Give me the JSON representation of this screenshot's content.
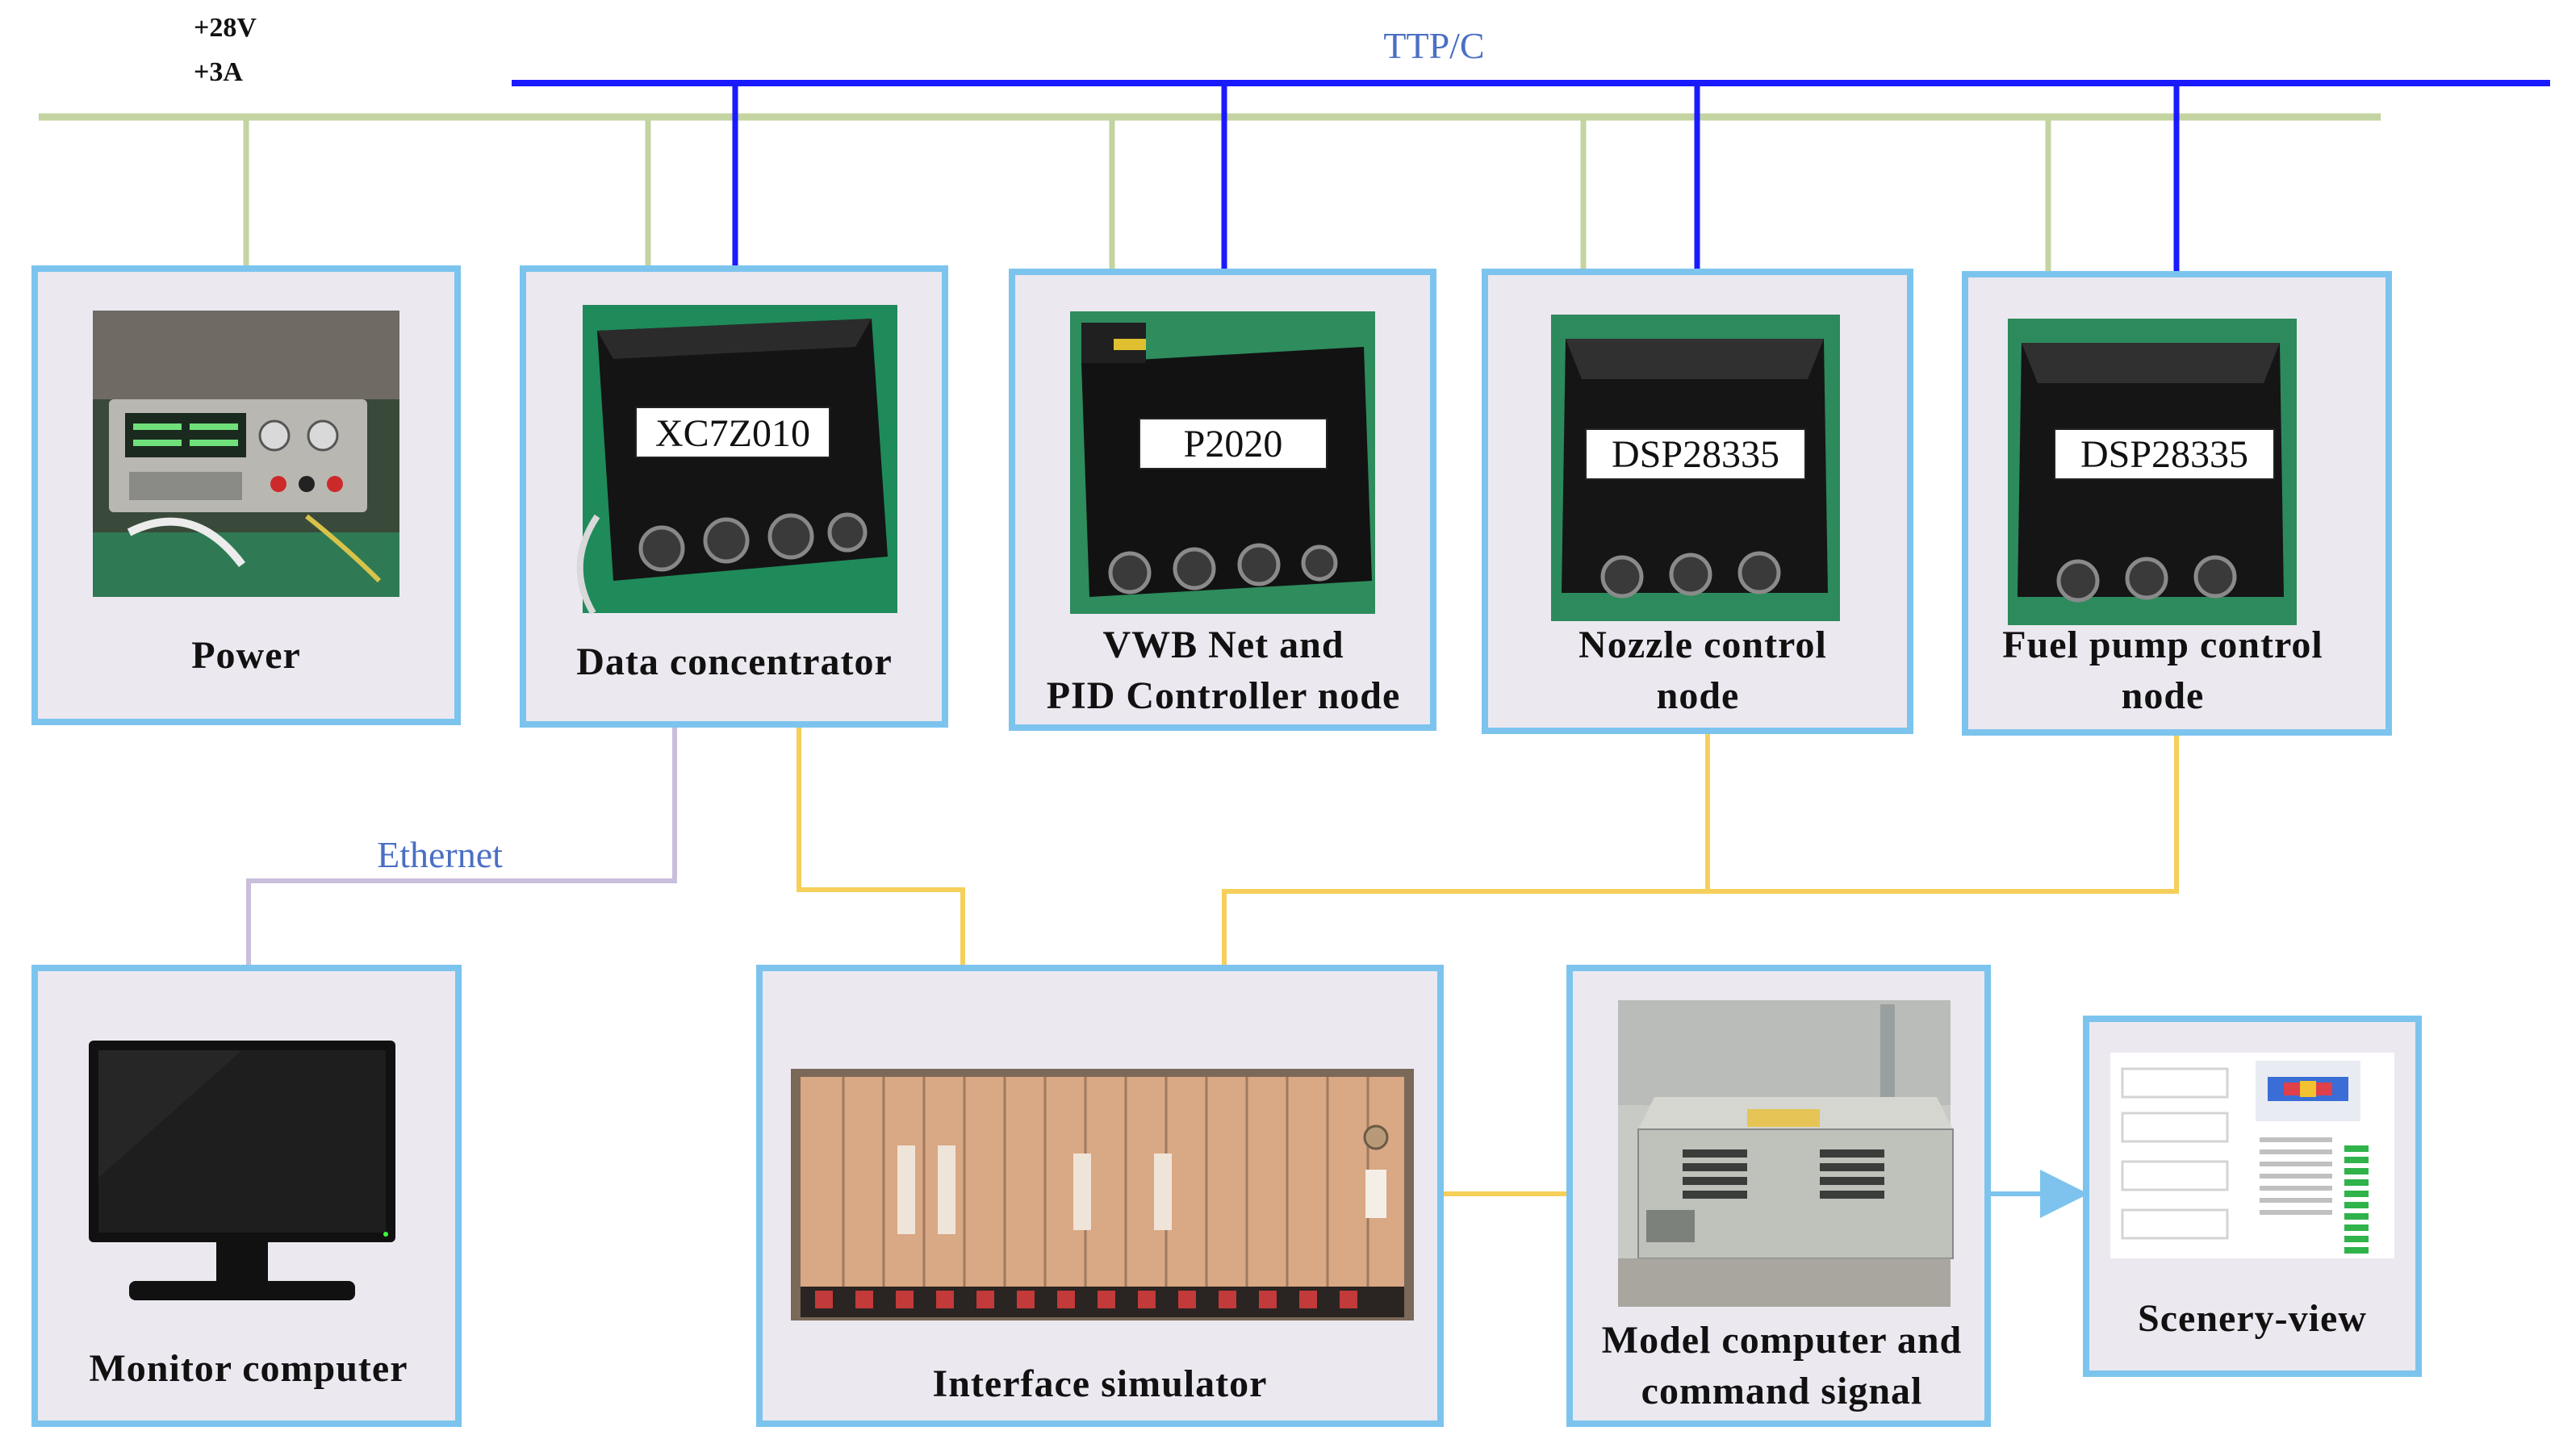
{
  "power_supply": {
    "voltage": "+28V",
    "current": "+3A"
  },
  "bus_label": "TTP/C",
  "ethernet_label": "Ethernet",
  "nodes": {
    "power": {
      "label": "Power"
    },
    "data_concentrator": {
      "label": "Data concentrator",
      "chip": "XC7Z010"
    },
    "vwb_pid": {
      "label_lines": [
        "VWB Net and",
        "PID Controller node"
      ],
      "chip": "P2020"
    },
    "nozzle": {
      "label_lines": [
        "Nozzle control",
        "node"
      ],
      "chip": "DSP28335"
    },
    "fuel_pump": {
      "label_lines": [
        "Fuel pump control",
        "node"
      ],
      "chip": "DSP28335"
    },
    "monitor": {
      "label": "Monitor computer"
    },
    "interface_sim": {
      "label": "Interface simulator"
    },
    "model_computer": {
      "label_lines": [
        "Model computer and",
        "command signal"
      ]
    },
    "scenery": {
      "label": "Scenery-view"
    }
  },
  "colors": {
    "power_line": "#c3d4a0",
    "ttp_bus": "#1a1aff",
    "signal_line": "#f5cf5a",
    "ethernet_line": "#c9bedb",
    "output_arrow": "#7ec3ee",
    "box_fill": "#ece8f0",
    "box_border": "#7cc4ee"
  }
}
